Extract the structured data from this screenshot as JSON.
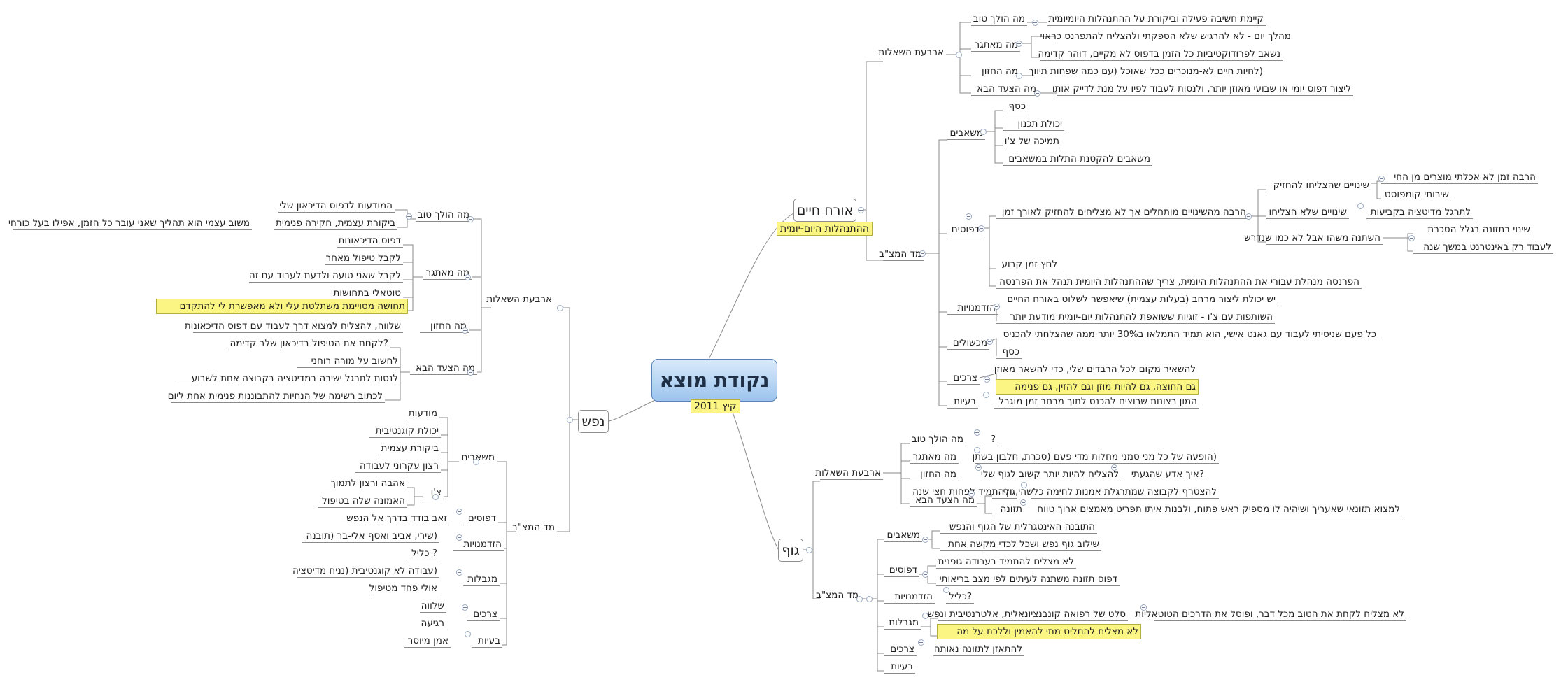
{
  "root": {
    "title": "נקודת מוצא",
    "subtitle": "קיץ 2011"
  },
  "branches": {
    "life": {
      "title": "אורח חיים",
      "tag": "ההתנהלות היום-יומית"
    },
    "soul": {
      "title": "נפש"
    },
    "body": {
      "title": "גוף"
    }
  },
  "labels": {
    "four_questions": "ארבעת השאלות",
    "whats_good": "מה הולך טוב",
    "whats_hard": "מה מאתגר",
    "vision": "מה החזון",
    "next_step": "מה הצעד הבא",
    "mtzab": "מד המצ\"ב",
    "resources": "משאבים",
    "patterns": "דפוסים",
    "opportunities": "הזדמנויות",
    "obstacles": "מכשולים",
    "needs": "צרכים",
    "problems": "בעיות",
    "limits": "מגבלות",
    "tzi": "צ'ו",
    "body_word": "גוף",
    "nutrition": "תזונה"
  },
  "life": {
    "good_1": "קיימת חשיבה פעילה וביקורת על ההתנהלות היומיומית",
    "hard_1": "מהלך יום - לא להרגיש שלא הספקתי ולהצליח להתפרנס כראוי",
    "hard_2": "נשאב לפרודוקטיביות כל הזמן בדפוס לא מקיים, דוהר קדימה",
    "vision_1": "(לחיות חיים לא-מנוכרים ככל שאוכל (עם כמה שפחות תיווך",
    "next_1": "ליצור דפוס יומי או שבועי מאוזן יותר, ולנסות לעבוד לפיו על מנת לדייק אותו",
    "res_1": "כסף",
    "res_2": "יכולת תכנון",
    "res_3": "תמיכה של צ'ו",
    "res_4": "משאבים להקטנת התלות במשאבים",
    "pat_main": "הרבה מהשינויים מותחלים אך לא מצליחים להחזיק לאורך זמן",
    "pat_kept": "שינויים שהצליחו להחזיק",
    "pat_kept_1": "הרבה זמן לא אכלתי מוצרים מן החי",
    "pat_kept_2": "שירותי קומפוסט",
    "pat_fail": "שינויים שלא הצליחו",
    "pat_fail_1": "לתרגל מדיטציה בקביעות",
    "pat_changed": "השתנה משהו אבל לא כמו שנדרש",
    "pat_changed_1": "שינוי בתזונה בגלל הסכרת",
    "pat_changed_2": "לעבוד רק באינטרנט במשך שנה",
    "pat_2": "לחץ זמן קבוע",
    "pat_3": "הפרנסה מנהלת עבורי את ההתנהלות היומית, צריך שההתנהלות היומית תנהל את הפרנסה",
    "opp_1": "יש יכולת ליצור מרחב (בעלות עצמית) שיאפשר לשלוט באורח החיים",
    "opp_2": "השותפות עם צ'ו - זוגיות ששואפת להתנהלות יום-יומית מודעת יותר",
    "obs_1": "כל פעם שניסיתי לעבוד עם גאנט אישי, הוא תמיד התמלאו ב30% יותר ממה שהצלחתי להכניס",
    "obs_2": "כסף",
    "need_1": "להשאיר מקום לכל הרבדים שלי, כדי להשאר מאוזן",
    "need_2": "גם החוצה, גם להיות מוזן וגם להזין, גם פנימה",
    "prob_1": "המון רצונות שרוצים להכנס לתוך מרחב זמן מוגבל"
  },
  "soul": {
    "good_1": "המודעות לדפוס הדיכאון שלי",
    "good_2": "ביקורת עצמית, חקירה פנימית",
    "good_2a": "משוב עצמי הוא תהליך שאני עובר כל הזמן, אפילו בעל כורחי",
    "hard_1": "דפוס הדיכאונות",
    "hard_2": "לקבל טיפול מאחר",
    "hard_3": "לקבל שאני טועה ולדעת לעבוד עם זה",
    "hard_4": "טוטאלי בתחושות",
    "hard_5": "תחושה מסויימת משתלטת עלי ולא מאפשרת לי להתקדם",
    "vision_1": "שלווה, להצליח למצוא דרך לעבוד עם דפוס הדיכאונות",
    "next_1": "?לקחת את הטיפול בדיכאון שלב קדימה",
    "next_2": "לחשוב על מורה רוחני",
    "next_3": "לנסות לתרגל ישיבה במדיטציה בקבוצה אחת לשבוע",
    "next_4": "לכתוב רשימה של הנחיות להתבוננות פנימית אחת ליום",
    "res_1": "מודעות",
    "res_2": "יכולת קוגנטיבית",
    "res_3": "ביקורת עצמית",
    "res_4": "רצון עקרוני לעבודה",
    "res_tzi_1": "אהבה ורצון לתמוך",
    "res_tzi_2": "האמונה שלה בטיפול",
    "pat_1": "זאב בודד בדרך אל הנפש",
    "opp_1": "(שירי, אביב ואסף אלי-בר (תובנה",
    "opp_2": "? כליל",
    "lim_1": "(עבודה לא קוגנטיבית (נניח מדיטציה",
    "lim_2": "אולי פחד מטיפול",
    "need_1": "שלווה",
    "need_2": "רגיעה",
    "prob_1": "אמן מיוסר"
  },
  "body": {
    "good_1": "?",
    "hard_1": "(הופעה של כל מני סמני מחלות מדי פעם (סכרת, חלבון בשתן",
    "vision_1": "להצליח להיות יותר קשוב לגוף שלי",
    "vision_2": "?איך אדע שהגעתי",
    "next_body_1": "להצטרף לקבוצה שמתרגלת אמנות לחימה כלשהי, ולהתמיד לפחות חצי שנה",
    "next_nut_1": "למצוא תזונאי שאעריך ושיהיה לו מספיק ראש פתוח, ולבנות איתו תפריט מאמצים ארוך טווח",
    "res_1": "התובנה האינטגרלית של הגוף והנפש",
    "res_2": "שילוב גוף נפש ושכל לכדי מקשה אחת",
    "pat_1": "לא מצליח להתמיד בעבודה גופנית",
    "pat_2": "דפוס תזונה משתנה לעיתים לפי מצב בריאותי",
    "opp_1": "?כליל",
    "lim_1": "סלט של רפואה קונבנציונאלית, אלטרנטיבית ונפש",
    "lim_1a": "לא מצליח לקחת את הטוב מכל דבר, ופוסל את הדרכים הטוטאליות",
    "lim_2": "לא מצליח להחליט מתי להאמין וללכת על מה",
    "need_1": "להתאזן לתזונה נאותה"
  }
}
